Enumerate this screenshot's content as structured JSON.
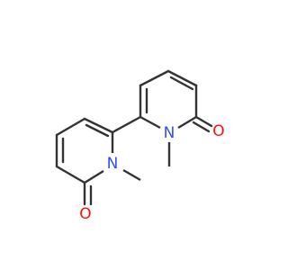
{
  "molecule": {
    "atoms": {
      "n_upper": {
        "element": "N",
        "color": "#3050F8"
      },
      "o_upper": {
        "element": "O",
        "color": "#FF0D0D"
      },
      "n_lower": {
        "element": "N",
        "color": "#3050F8"
      },
      "o_lower": {
        "element": "O",
        "color": "#FF0D0D"
      }
    },
    "bond_color": "#333333",
    "background": "#ffffff"
  }
}
